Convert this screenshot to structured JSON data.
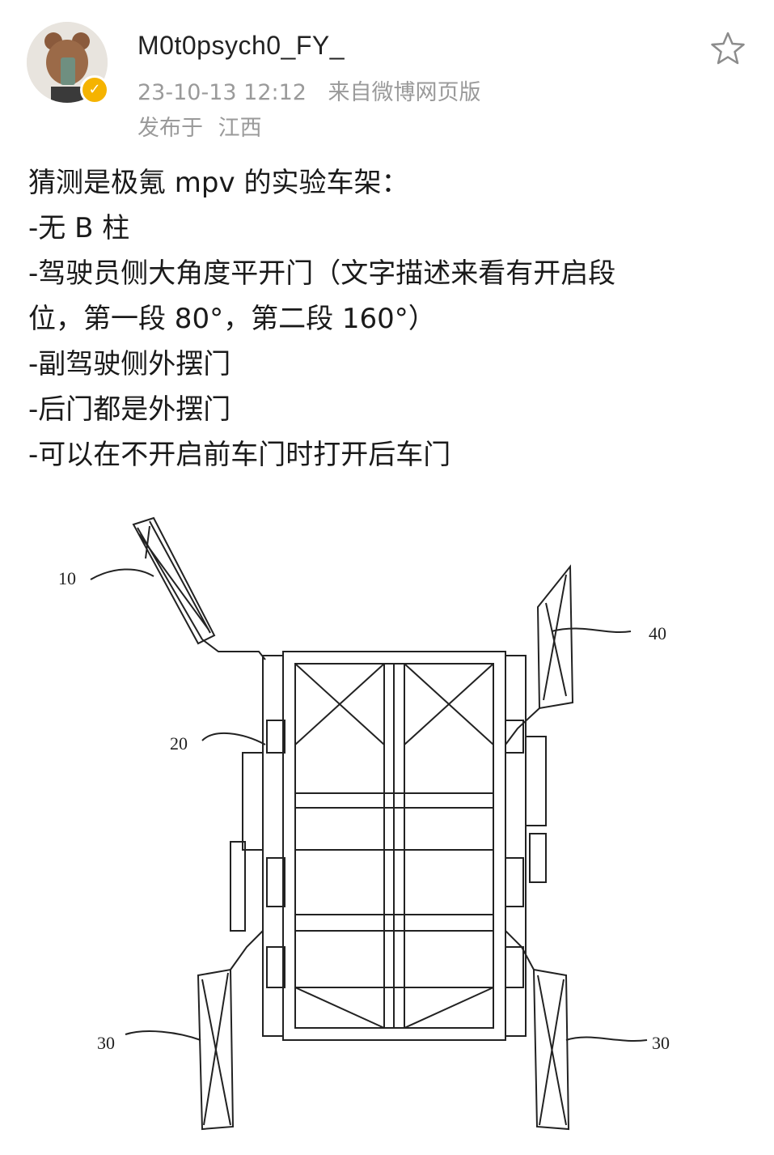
{
  "post": {
    "username": "M0t0psych0_FY_",
    "timestamp": "23-10-13 12:12",
    "source": "来自微博网页版",
    "location_prefix": "发布于",
    "location": "江西",
    "lines": [
      "猜测是极氪 mpv 的实验车架：",
      "-无 B 柱",
      "-驾驶员侧大角度平开门（文字描述来看有开启段",
      "位，第一段 80°，第二段 160°）",
      "-副驾驶侧外摆门",
      "-后门都是外摆门",
      "-可以在不开启前车门时打开后车门"
    ]
  },
  "figure": {
    "labels": {
      "l10": "10",
      "l20": "20",
      "l40": "40",
      "l30_left": "30",
      "l30_right": "30"
    }
  },
  "icons": {
    "favorite": "star-outline-icon",
    "verified": "verified-badge-icon"
  },
  "colors": {
    "verified": "#f5b300",
    "meta": "#9a9a9a",
    "text": "#1a1a1a"
  }
}
